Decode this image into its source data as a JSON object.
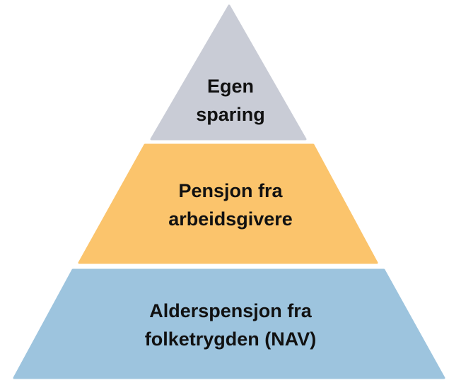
{
  "pyramid": {
    "levels": [
      {
        "lines": [
          "Egen",
          "sparing"
        ],
        "color": "#C9CCD6"
      },
      {
        "lines": [
          "Pensjon fra",
          "arbeidsgivere"
        ],
        "color": "#FBC46C"
      },
      {
        "lines": [
          "Alderspensjon fra",
          "folketrygden (NAV)"
        ],
        "color": "#9DC4DE"
      }
    ]
  }
}
